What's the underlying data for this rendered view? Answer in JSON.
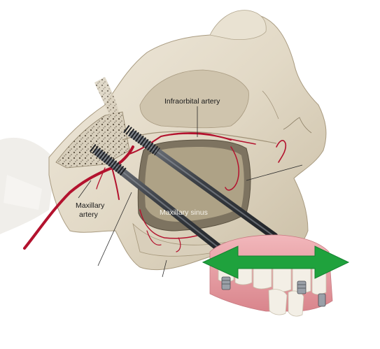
{
  "labels": {
    "infraorbital_artery": "Infraorbital artery",
    "maxillary_artery_line1": "Maxillary",
    "maxillary_artery_line2": "artery",
    "maxillary_sinus": "Maxillary sinus"
  },
  "colors": {
    "bone": "#e4dccb",
    "bone_shadow": "#b9ae97",
    "artery": "#b3122e",
    "implant": "#4b4f55",
    "gum": "#e8a3a8",
    "tooth": "#f3efe6",
    "arrow": "#1fa23d"
  },
  "icons": {
    "arrow": "double-headed-arrow-icon"
  }
}
